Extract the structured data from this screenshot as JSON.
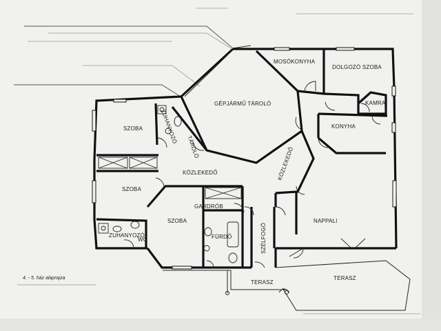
{
  "caption": "4. - 5. ház alaprajza",
  "rooms": {
    "mosokonyha": "MOSÓKONYHA",
    "dolgozo_szoba": "DOLGOZÓ SZOBA",
    "gepjarmu_tarolo": "GÉPJÁRMŰ TÁROLÓ",
    "kamra": "KAMRA",
    "konyha": "KONYHA",
    "szoba_1": "SZOBA",
    "zuhanyozo_upper": "ZUHANYOZÓ",
    "tarolo": "TÁROLÓ",
    "kozlekedo_1": "KÖZLEKEDŐ",
    "kozlekedo_2": "KÖZLEKEDŐ",
    "szoba_2": "SZOBA",
    "gardrob": "GARDRÓB",
    "szoba_3": "SZOBA",
    "furdo": "FÜRDŐ",
    "szelfogo": "SZÉLFOGÓ",
    "nappali": "NAPPALI",
    "zuhanyozo_wc_1": "ZUHANYOZÓ",
    "zuhanyozo_wc_2": "WC",
    "terasz_1": "TERASZ",
    "terasz_2": "TERASZ"
  }
}
